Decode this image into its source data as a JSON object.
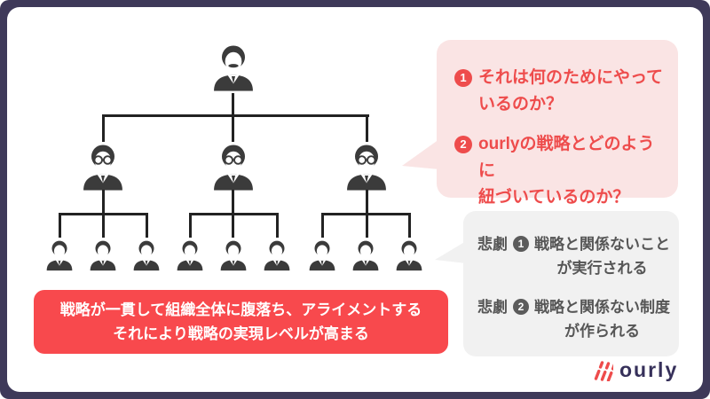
{
  "colors": {
    "frame": "#3e3959",
    "canvas": "#ffffff",
    "icon_dark": "#3b3b3b",
    "connector": "#222222",
    "bubble_bg": "#fae4e4",
    "bubble_text": "#ee4c4c",
    "banner_bg": "#f8494d",
    "banner_text": "#ffffff",
    "gray_bg": "#f1f1f1",
    "gray_text": "#565656",
    "logo_navy": "#36305a",
    "logo_red": "#ee4c4c"
  },
  "org_chart": {
    "description": "three-level org chart of person silhouettes",
    "top_count": 1,
    "manager_count": 3,
    "staff_count": 9
  },
  "bubble": {
    "items": [
      {
        "num": "1",
        "text": "それは何のためにやって\nいるのか？"
      },
      {
        "num": "2",
        "text": "ourlyの戦略とどのように\n紐づいているのか？"
      }
    ]
  },
  "tragedy": {
    "items": [
      {
        "label": "悲劇",
        "num": "1",
        "text": "戦略と関係ないこと\nが実行される"
      },
      {
        "label": "悲劇",
        "num": "2",
        "text": "戦略と関係ない制度\nが作られる"
      }
    ]
  },
  "banner": {
    "line1": "戦略が一貫して組織全体に腹落ち、アライメントする",
    "line2": "それにより戦略の実現レベルが高まる"
  },
  "logo": {
    "text": "ourly"
  }
}
